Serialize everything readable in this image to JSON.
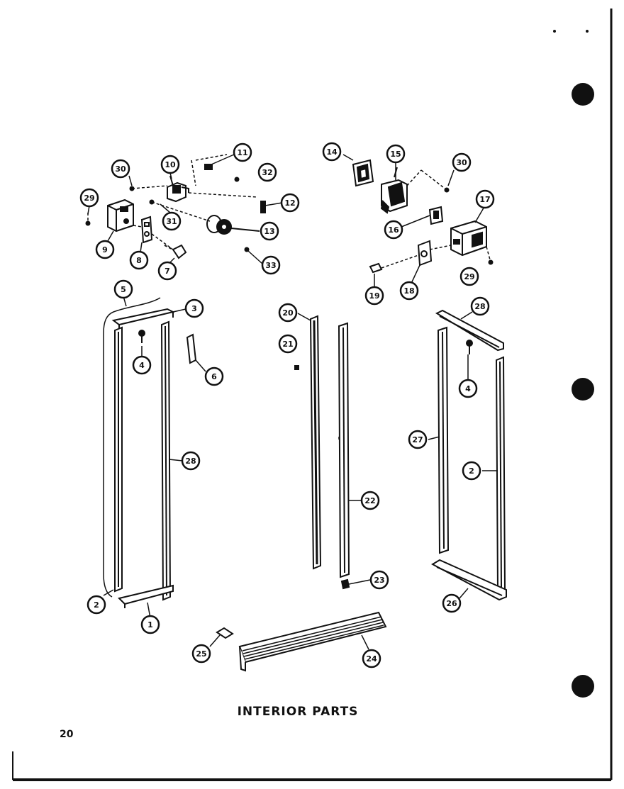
{
  "title": "INTERIOR PARTS",
  "page_number": "20",
  "callouts": [
    "1",
    "2",
    "3",
    "4",
    "5",
    "6",
    "7",
    "8",
    "9",
    "10",
    "11",
    "12",
    "13",
    "14",
    "15",
    "16",
    "17",
    "18",
    "19",
    "20",
    "21",
    "22",
    "23",
    "24",
    "25",
    "26",
    "27",
    "28",
    "29",
    "30",
    "31",
    "32",
    "33"
  ],
  "colors": {
    "ink": "#111111",
    "paper": "#ffffff"
  }
}
